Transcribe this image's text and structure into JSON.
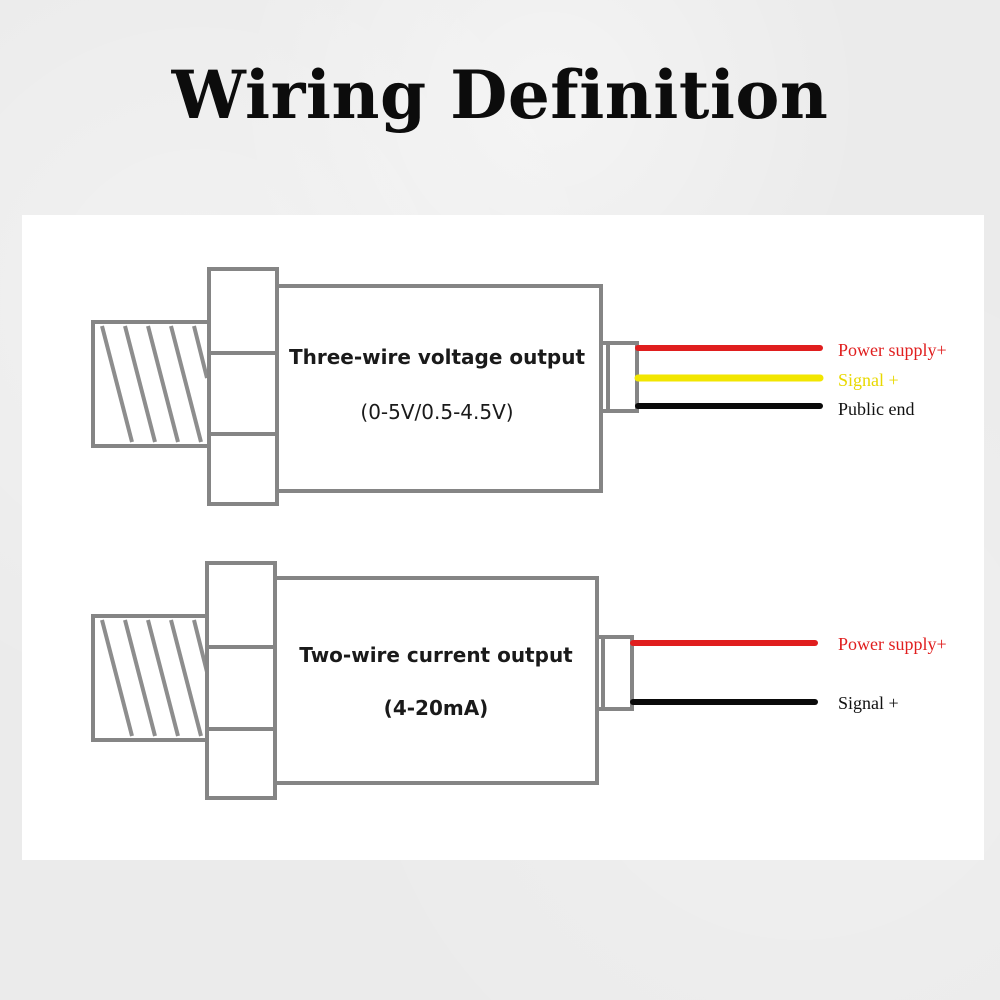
{
  "title": "Wiring Definition",
  "sensors": [
    {
      "heading": "Three-wire voltage output",
      "range": "(0-5V/0.5-4.5V)",
      "wires": [
        {
          "label": "Power supply+",
          "wire_color": "#e01e1e",
          "label_color": "#e01e1e"
        },
        {
          "label": "Signal +",
          "wire_color": "#f2e600",
          "label_color": "#e8d800"
        },
        {
          "label": "Public end",
          "wire_color": "#0a0a0a",
          "label_color": "#111111"
        }
      ]
    },
    {
      "heading": "Two-wire current output",
      "range": "(4-20mA)",
      "wires": [
        {
          "label": "Power supply+",
          "wire_color": "#e01e1e",
          "label_color": "#e01e1e"
        },
        {
          "label": "Signal +",
          "wire_color": "#0a0a0a",
          "label_color": "#111111"
        }
      ]
    }
  ]
}
